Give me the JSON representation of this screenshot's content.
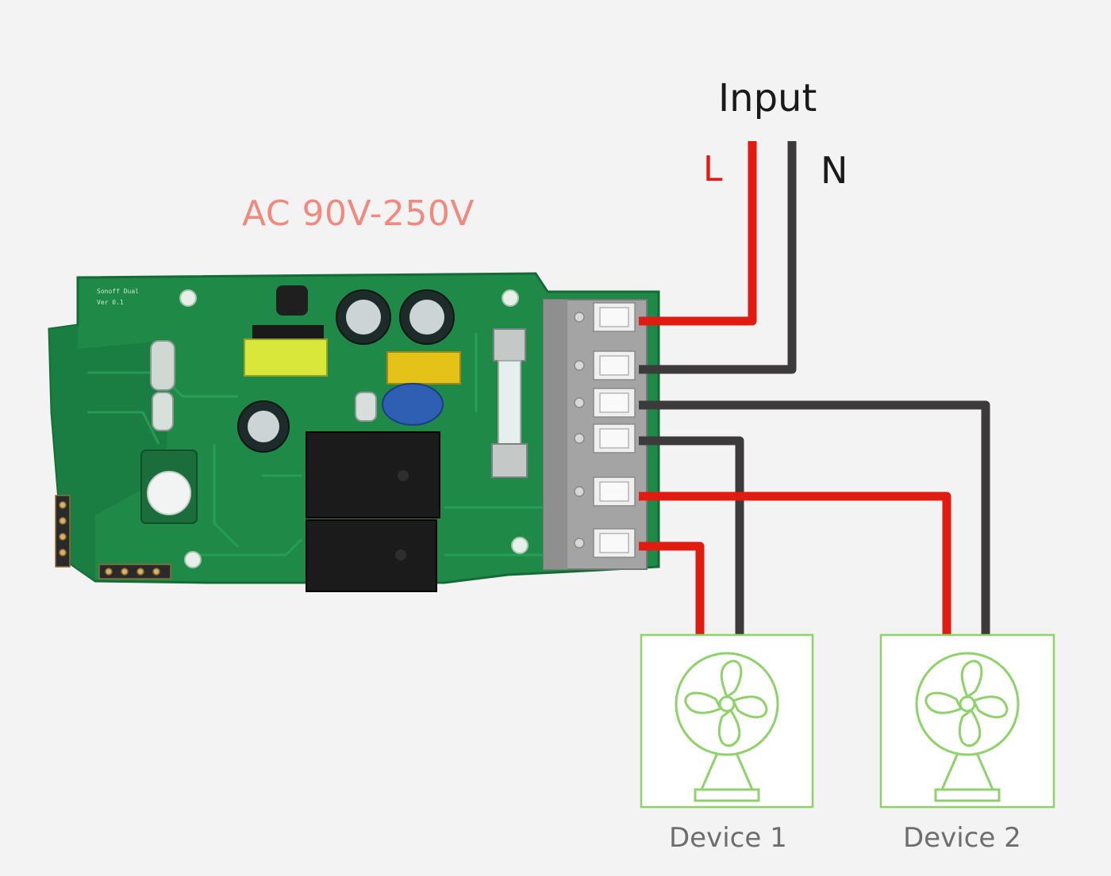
{
  "input": {
    "title": "Input",
    "live": "L",
    "neutral": "N"
  },
  "voltage_label": "AC 90V-250V",
  "board": {
    "silkscreen_line1": "Sonoff Dual",
    "silkscreen_line2": "Ver 0.1"
  },
  "devices": [
    {
      "label": "Device 1",
      "icon": "fan-icon"
    },
    {
      "label": "Device 2",
      "icon": "fan-icon"
    }
  ],
  "colors": {
    "live_wire": "#e01b12",
    "neutral_wire": "#3c3a3b",
    "pcb": "#1f8a48",
    "terminal": "#a4a4a4",
    "device_outline": "#8fd16a",
    "voltage_text": "#ef8a80"
  }
}
